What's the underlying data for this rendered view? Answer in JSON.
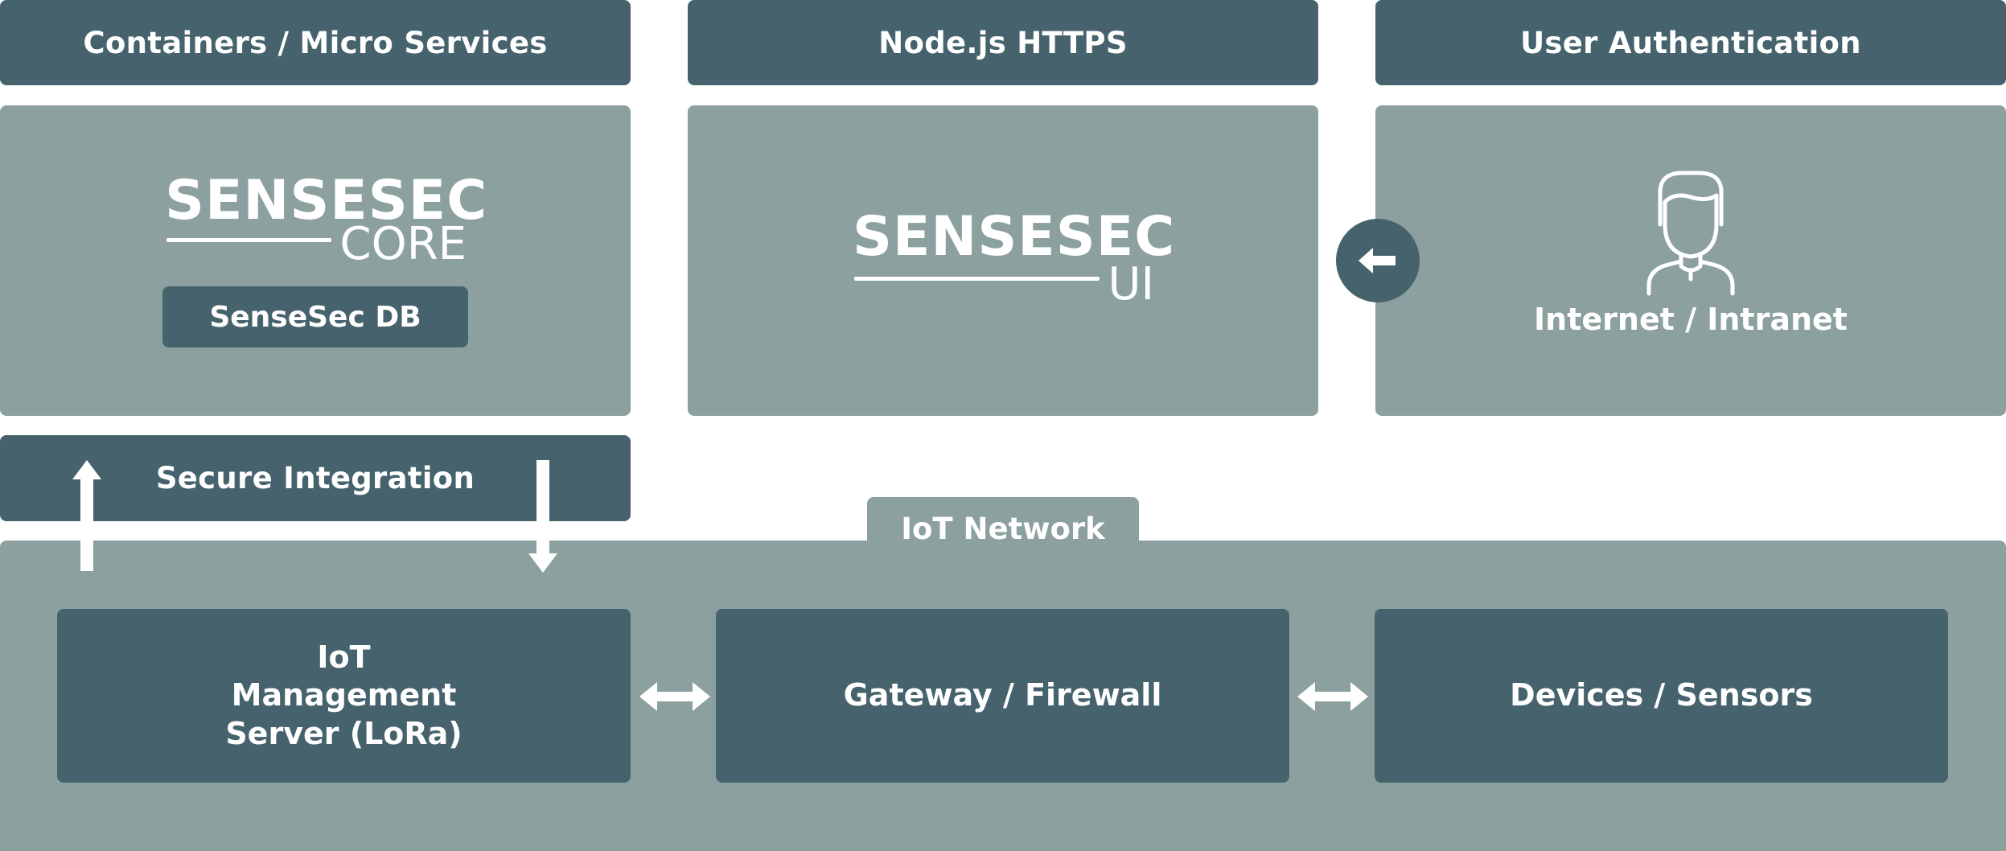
{
  "colors": {
    "dark": "#46636d",
    "light": "#8ba09f",
    "white": "#ffffff"
  },
  "headers": {
    "containers": "Containers / Micro Services",
    "node": "Node.js HTTPS",
    "auth": "User Authentication"
  },
  "core_panel": {
    "logo_main": "SENSESEC",
    "logo_sub": "CORE",
    "db_label": "SenseSec DB"
  },
  "ui_panel": {
    "logo_main": "SENSESEC",
    "logo_sub": "UI"
  },
  "user_panel": {
    "icon": "user-icon",
    "label": "Internet / Intranet"
  },
  "arrow_button": {
    "icon": "arrow-left-icon"
  },
  "integration": {
    "label": "Secure Integration"
  },
  "iot_network": {
    "tab_label": "IoT Network",
    "nodes": [
      {
        "label": "IoT Management Server (LoRa)"
      },
      {
        "label": "Gateway / Firewall"
      },
      {
        "label": "Devices / Sensors"
      }
    ]
  }
}
